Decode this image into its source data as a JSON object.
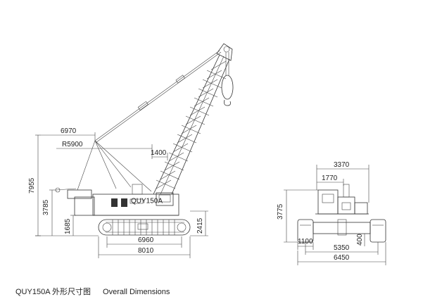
{
  "caption": {
    "model": "QUY150A 外形尺寸图",
    "title": "Overall Dimensions"
  },
  "side_view": {
    "label_6970": "6970",
    "label_r5900": "R5900",
    "label_1400": "1400",
    "label_7955": "7955",
    "label_3785": "3785",
    "label_1685": "1685",
    "label_2415": "2415",
    "label_6960": "6960",
    "label_8010": "8010",
    "cab_badge": "QUY150A"
  },
  "front_view": {
    "label_3370": "3370",
    "label_1770": "1770",
    "label_3775": "3775",
    "label_1100": "1100",
    "label_400": "400",
    "label_5350": "5350",
    "label_6450": "6450"
  }
}
